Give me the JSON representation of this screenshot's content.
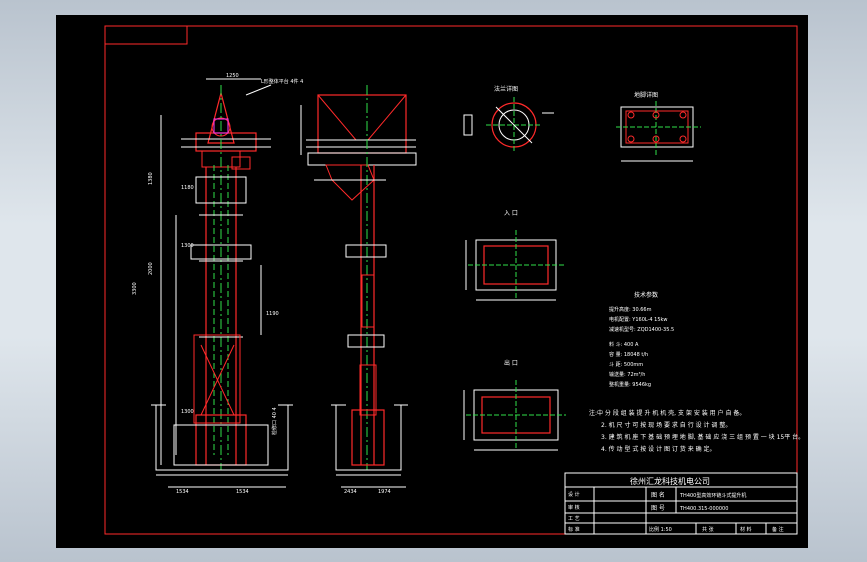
{
  "colors": {
    "frame": "#ff2a2a",
    "line": "#ffffff",
    "center": "#2fe04a",
    "accent": "#ff3cff",
    "canvas": "#000000"
  },
  "annotations": {
    "top_note": "L形整体平台 4件 4",
    "dims_left": [
      "1250",
      "3300",
      "2000",
      "1380",
      "1190",
      "1180",
      "1300",
      "1300"
    ],
    "dims_bottom": [
      "1534",
      "1534",
      "2434",
      "1974"
    ],
    "side_label": "检修口 40 4"
  },
  "detail_views": {
    "flange": "法兰详图",
    "bolt_plan": "地脚详图",
    "inlet": "入 口",
    "outlet": "出 口"
  },
  "tech_spec": {
    "title": "技术参数",
    "rows": [
      "提升高度: 30.66m",
      "电机配置: Y160L-4  15kw",
      "减速机型号: ZQD1400-35.5",
      "料    斗: 400 A",
      "容    量: 18048 t/h",
      "斗    距: 500mm",
      "输送量: 72m³/h",
      "整机重量: 9546kg"
    ]
  },
  "notes": [
    "注:中 分 段 组 装 提 升 机 机 壳, 支 架 安 装 用 户 自 备。",
    "2. 机 尺 寸 可 按 现 场 要 求 自 行 设 计 调 整。",
    "3. 建 筑 机 座 下 基 础 预 埋 地 脚, 基 础 应 浇 三 组 预 置 一 块 15平 台。",
    "4. 传 动 型 式 按 设 计 图 订 货 来 确 定。"
  ],
  "title_block": {
    "company": "徐州汇龙科技机电公司",
    "name_label": "图 名",
    "name_value": "TH400型高效环链斗式提升机",
    "number_label": "图 号",
    "number_value": "TH400.315-000000",
    "rows": [
      "设 计",
      "审 核",
      "工 艺",
      "标 准"
    ],
    "scale_label": "比例 1:50",
    "footer": [
      "共  张",
      "材 料",
      "备 注"
    ]
  }
}
